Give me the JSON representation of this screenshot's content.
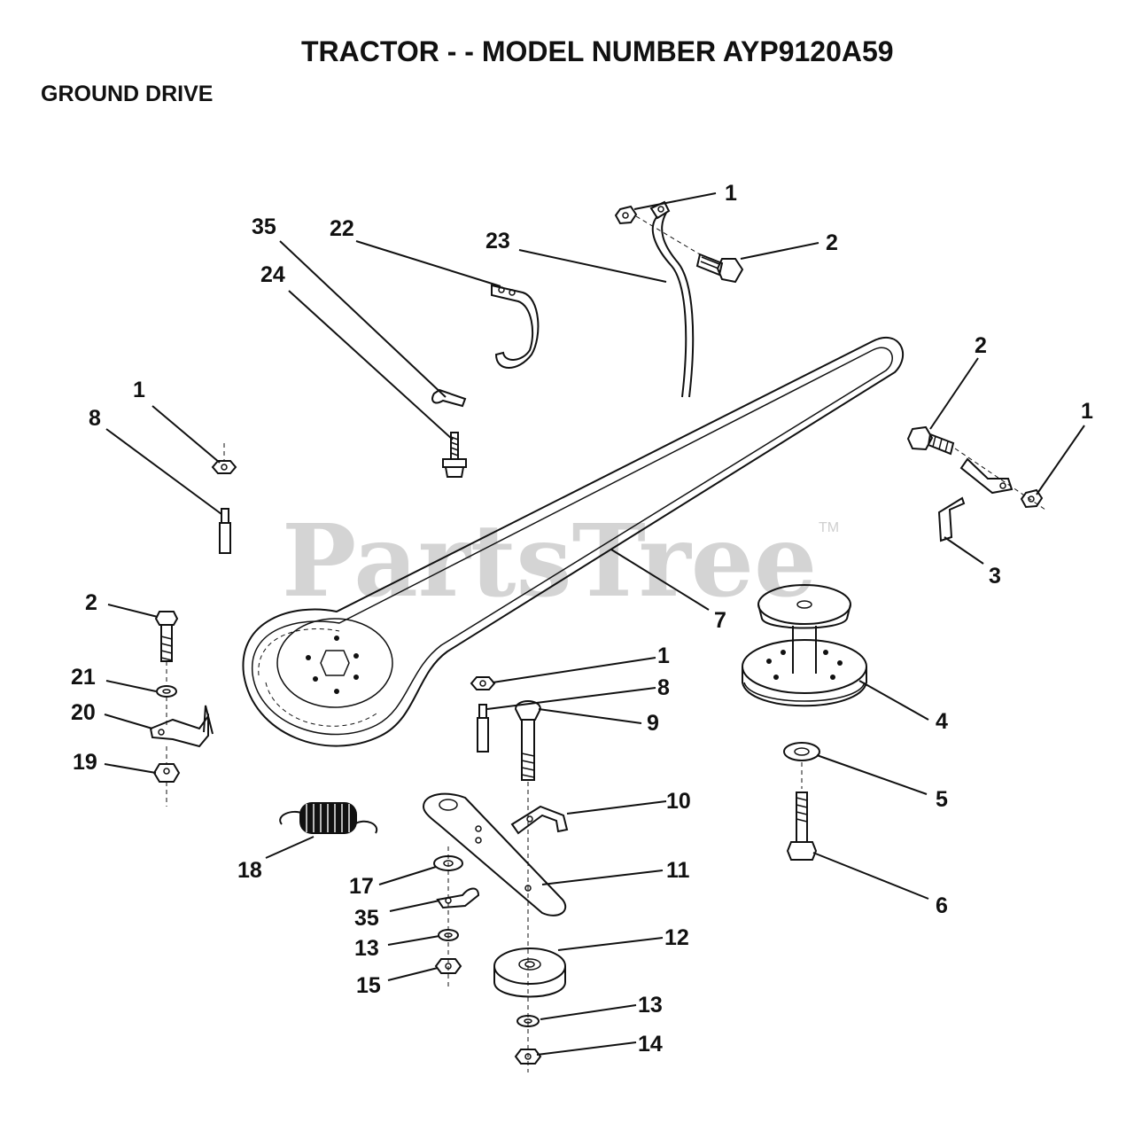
{
  "title": "TRACTOR - - MODEL NUMBER AYP9120A59",
  "section": "GROUND DRIVE",
  "watermark": "PartsTree",
  "trademark": "TM",
  "callouts": {
    "c1a": "1",
    "c2a": "2",
    "c23": "23",
    "c35a": "35",
    "c22": "22",
    "c24": "24",
    "c2b": "2",
    "c1b": "1",
    "c3": "3",
    "c1c": "1",
    "c8a": "8",
    "c7": "7",
    "c2c": "2",
    "c21": "21",
    "c20": "20",
    "c19": "19",
    "c1d": "1",
    "c8b": "8",
    "c9": "9",
    "c4": "4",
    "c5": "5",
    "c10": "10",
    "c6": "6",
    "c18": "18",
    "c17": "17",
    "c11": "11",
    "c35b": "35",
    "c13a": "13",
    "c12": "12",
    "c15": "15",
    "c13b": "13",
    "c14": "14"
  }
}
